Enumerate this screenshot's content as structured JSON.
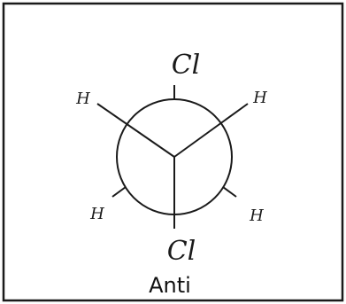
{
  "diagram": {
    "substituents": {
      "front_top_left": "H",
      "front_top_right": "H",
      "front_bottom": "Cl",
      "back_top": "Cl",
      "back_bottom_left": "H",
      "back_bottom_right": "H"
    },
    "caption": "Anti"
  }
}
